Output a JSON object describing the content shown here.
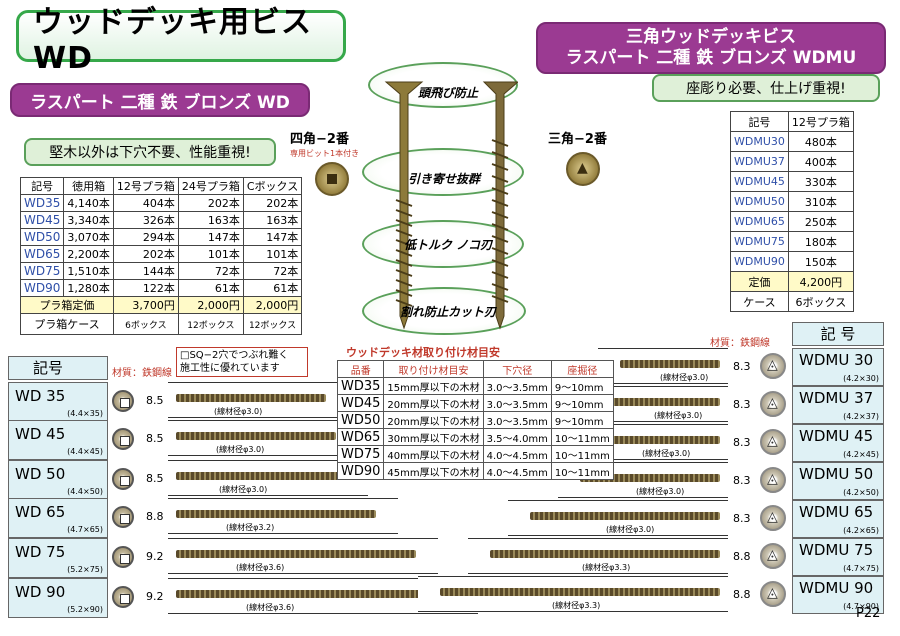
{
  "main_title": "ウッドデッキ用ビス WD",
  "left_subtitle": "ラスパート 二種 鉄 ブロンズ WD",
  "right_subtitle_line1": "三角ウッドデッキビス",
  "right_subtitle_line2": "ラスパート 二種 鉄 ブロンズ WDMU",
  "left_note": "堅木以外は下穴不要、性能重視!",
  "right_note": "座彫り必要、仕上げ重視!",
  "square_bit_label": "四角−2番",
  "square_bit_sub": "専用ビット1本付き",
  "tri_bit_label": "三角−2番",
  "features": [
    "頭飛び防止",
    "引き寄せ抜群",
    "低トルク ノコ刃",
    "割れ防止カット刃"
  ],
  "wd_table": {
    "headers": [
      "記号",
      "徳用箱",
      "12号プラ箱",
      "24号プラ箱",
      "Cボックス"
    ],
    "rows": [
      [
        "WD35",
        "4,140本",
        "404本",
        "202本",
        "202本"
      ],
      [
        "WD45",
        "3,340本",
        "326本",
        "163本",
        "163本"
      ],
      [
        "WD50",
        "3,070本",
        "294本",
        "147本",
        "147本"
      ],
      [
        "WD65",
        "2,200本",
        "202本",
        "101本",
        "101本"
      ],
      [
        "WD75",
        "1,510本",
        "144本",
        "72本",
        "72本"
      ],
      [
        "WD90",
        "1,280本",
        "122本",
        "61本",
        "61本"
      ]
    ],
    "price_label": "プラ箱定価",
    "prices": [
      "3,700円",
      "2,000円",
      "2,000円"
    ],
    "case_label": "プラ箱ケース",
    "cases": [
      "6ボックス",
      "12ボックス",
      "12ボックス"
    ]
  },
  "wdmu_table": {
    "headers": [
      "記号",
      "12号プラ箱"
    ],
    "rows": [
      [
        "WDMU30",
        "480本"
      ],
      [
        "WDMU37",
        "400本"
      ],
      [
        "WDMU45",
        "330本"
      ],
      [
        "WDMU50",
        "310本"
      ],
      [
        "WDMU65",
        "250本"
      ],
      [
        "WDMU75",
        "180本"
      ],
      [
        "WDMU90",
        "150本"
      ]
    ],
    "price_label": "定価",
    "price": "4,200円",
    "case_label": "ケース",
    "case": "6ボックス"
  },
  "left_list": {
    "header": "記号",
    "material": "材質：鉄鋼線",
    "sq_note_line1": "□SQ−2穴でつぶれ難く",
    "sq_note_line2": "施工性に優れています",
    "items": [
      {
        "code": "WD 35",
        "dims": "(4.4×35)",
        "head": "8.5",
        "wire": "(線材径φ3.0)"
      },
      {
        "code": "WD 45",
        "dims": "(4.4×45)",
        "head": "8.5",
        "wire": "(線材径φ3.0)"
      },
      {
        "code": "WD 50",
        "dims": "(4.4×50)",
        "head": "8.5",
        "wire": "(線材径φ3.0)"
      },
      {
        "code": "WD 65",
        "dims": "(4.7×65)",
        "head": "8.8",
        "wire": "(線材径φ3.2)"
      },
      {
        "code": "WD 75",
        "dims": "(5.2×75)",
        "head": "9.2",
        "wire": "(線材径φ3.6)"
      },
      {
        "code": "WD 90",
        "dims": "(5.2×90)",
        "head": "9.2",
        "wire": "(線材径φ3.6)"
      }
    ]
  },
  "right_list": {
    "header": "記 号",
    "material": "材質：鉄鋼線",
    "items": [
      {
        "code": "WDMU 30",
        "dims": "(4.2×30)",
        "head": "8.3",
        "wire": "(線材径φ3.0)"
      },
      {
        "code": "WDMU 37",
        "dims": "(4.2×37)",
        "head": "8.3",
        "wire": "(線材径φ3.0)"
      },
      {
        "code": "WDMU 45",
        "dims": "(4.2×45)",
        "head": "8.3",
        "wire": "(線材径φ3.0)"
      },
      {
        "code": "WDMU 50",
        "dims": "(4.2×50)",
        "head": "8.3",
        "wire": "(線材径φ3.0)"
      },
      {
        "code": "WDMU 65",
        "dims": "(4.2×65)",
        "head": "8.3",
        "wire": "(線材径φ3.0)"
      },
      {
        "code": "WDMU 75",
        "dims": "(4.7×75)",
        "head": "8.8",
        "wire": "(線材径φ3.3)"
      },
      {
        "code": "WDMU 90",
        "dims": "(4.7×90)",
        "head": "8.8",
        "wire": "(線材径φ3.3)"
      }
    ]
  },
  "guide": {
    "title": "ウッドデッキ材取り付け材目安",
    "headers": [
      "品番",
      "取り付け材目安",
      "下穴径",
      "座掘径"
    ],
    "rows": [
      [
        "WD35",
        "15mm厚以下の木材",
        "3.0〜3.5mm",
        "9〜10mm"
      ],
      [
        "WD45",
        "20mm厚以下の木材",
        "3.0〜3.5mm",
        "9〜10mm"
      ],
      [
        "WD50",
        "20mm厚以下の木材",
        "3.0〜3.5mm",
        "9〜10mm"
      ],
      [
        "WD65",
        "30mm厚以下の木材",
        "3.5〜4.0mm",
        "10〜11mm"
      ],
      [
        "WD75",
        "40mm厚以下の木材",
        "4.0〜4.5mm",
        "10〜11mm"
      ],
      [
        "WD90",
        "45mm厚以下の木材",
        "4.0〜4.5mm",
        "10〜11mm"
      ]
    ]
  },
  "page_number": "P22"
}
